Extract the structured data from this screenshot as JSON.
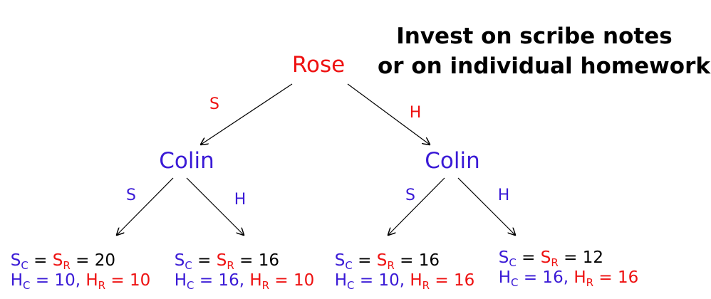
{
  "title": {
    "line1": "Invest on scribe notes",
    "line2": "or on individual homework?"
  },
  "colors": {
    "rose": "#ee1111",
    "colin": "#3a1ad6",
    "text": "#000000"
  },
  "tree": {
    "root": {
      "label": "Rose",
      "left_edge": "S",
      "right_edge": "H"
    },
    "left_child": {
      "label": "Colin",
      "left_edge": "S",
      "right_edge": "H"
    },
    "right_child": {
      "label": "Colin",
      "left_edge": "S",
      "right_edge": "H"
    }
  },
  "payoffs": [
    {
      "sc_letter": "S",
      "sc_sub": "C",
      "eq1": " = ",
      "sr_letter": "S",
      "sr_sub": "R",
      "eq2": " = ",
      "s_val": "20",
      "hc_letter": "H",
      "hc_sub": "C",
      "hc_text": " = 10, ",
      "hr_letter": "H",
      "hr_sub": "R",
      "hr_text": " = 10"
    },
    {
      "sc_letter": "S",
      "sc_sub": "C",
      "eq1": " = ",
      "sr_letter": "S",
      "sr_sub": "R",
      "eq2": " = ",
      "s_val": "16",
      "hc_letter": "H",
      "hc_sub": "C",
      "hc_text": " = 16, ",
      "hr_letter": "H",
      "hr_sub": "R",
      "hr_text": " = 10"
    },
    {
      "sc_letter": "S",
      "sc_sub": "C",
      "eq1": " = ",
      "sr_letter": "S",
      "sr_sub": "R",
      "eq2": " = ",
      "s_val": "16",
      "hc_letter": "H",
      "hc_sub": "C",
      "hc_text": " = 10, ",
      "hr_letter": "H",
      "hr_sub": "R",
      "hr_text": " = 16"
    },
    {
      "sc_letter": "S",
      "sc_sub": "C",
      "eq1": " = ",
      "sr_letter": "S",
      "sr_sub": "R",
      "eq2": " = ",
      "s_val": "12",
      "hc_letter": "H",
      "hc_sub": "C",
      "hc_text": " = 16, ",
      "hr_letter": "H",
      "hr_sub": "R",
      "hr_text": " = 16"
    }
  ]
}
